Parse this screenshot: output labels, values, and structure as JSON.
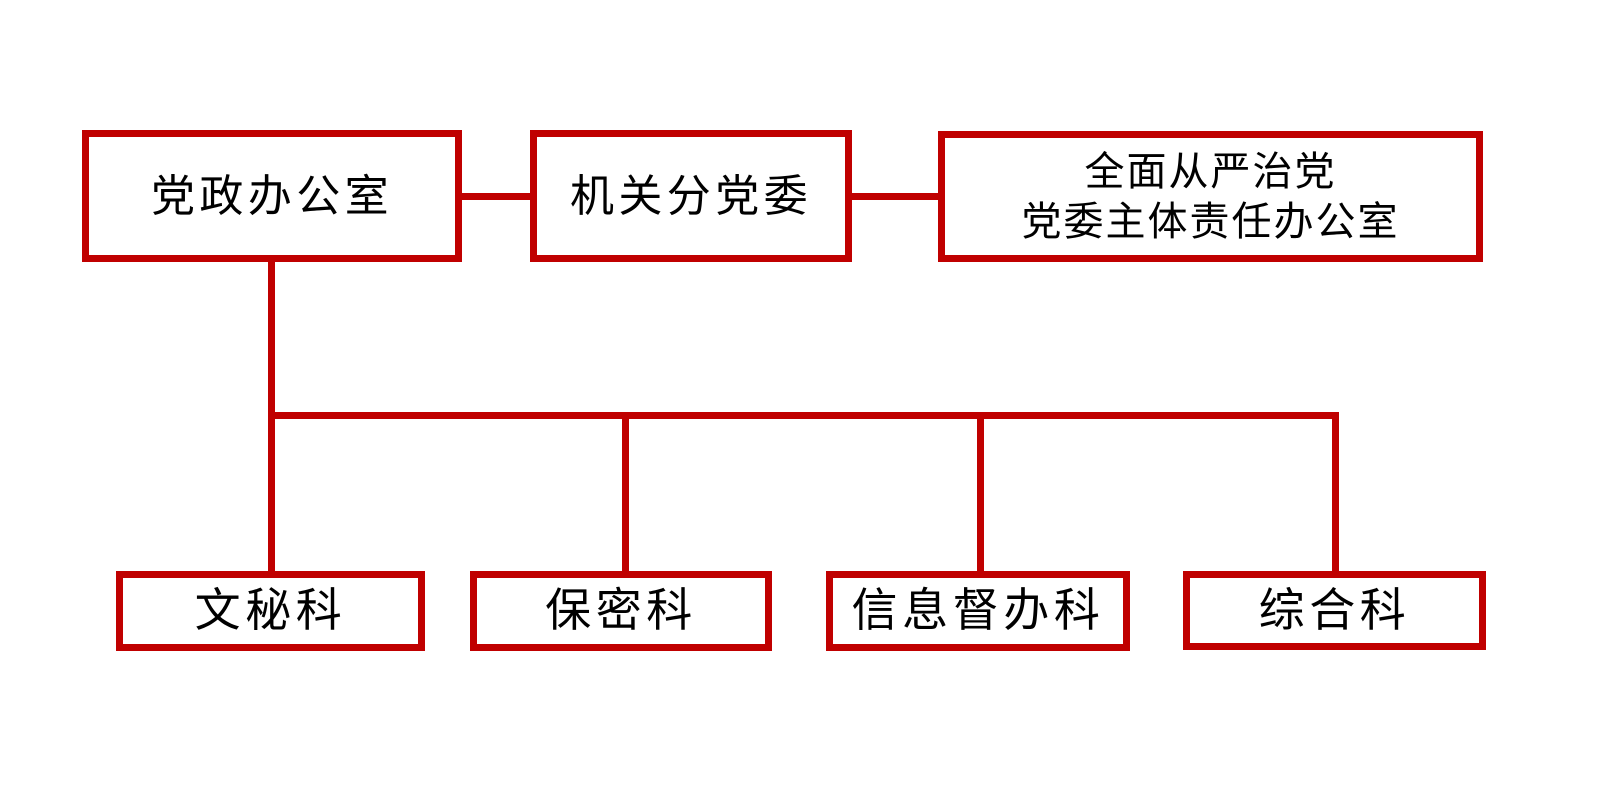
{
  "diagram": {
    "type": "org-chart",
    "accent_color": "#C00000",
    "text_color": "#000000",
    "background_color": "#FFFFFF",
    "nodes": {
      "dangzheng": {
        "label": "党政办公室"
      },
      "jiguan": {
        "label": "机关分党委"
      },
      "quanmian": {
        "label": "全面从严治党\n党委主体责任办公室"
      },
      "wenmi": {
        "label": "文秘科"
      },
      "baomi": {
        "label": "保密科"
      },
      "xinxi": {
        "label": "信息督办科"
      },
      "zonghe": {
        "label": "综合科"
      }
    },
    "edges": [
      {
        "from": "党政办公室",
        "to": "机关分党委",
        "style": "horizontal"
      },
      {
        "from": "机关分党委",
        "to": "全面从严治党党委主体责任办公室",
        "style": "horizontal"
      },
      {
        "from": "党政办公室",
        "to": "文秘科",
        "style": "tree"
      },
      {
        "from": "党政办公室",
        "to": "保密科",
        "style": "tree"
      },
      {
        "from": "党政办公室",
        "to": "信息督办科",
        "style": "tree"
      },
      {
        "from": "党政办公室",
        "to": "综合科",
        "style": "tree"
      }
    ]
  }
}
